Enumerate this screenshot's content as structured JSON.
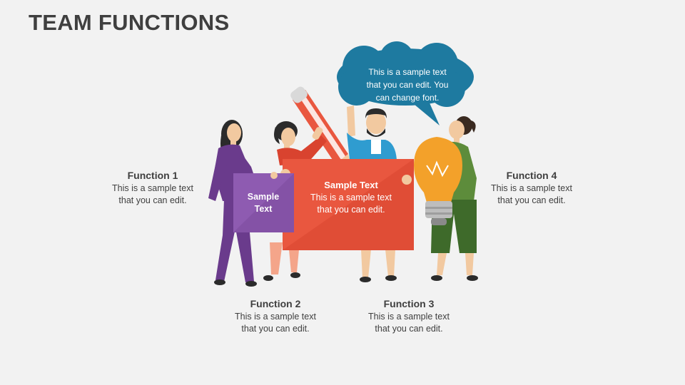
{
  "title": "TEAM FUNCTIONS",
  "functions": [
    {
      "title": "Function 1",
      "line1": "This is a sample text",
      "line2": "that you can edit."
    },
    {
      "title": "Function 2",
      "line1": "This is a sample text",
      "line2": "that you can edit."
    },
    {
      "title": "Function 3",
      "line1": "This is a sample text",
      "line2": "that you can edit."
    },
    {
      "title": "Function 4",
      "line1": "This is a sample text",
      "line2": "that you can edit."
    }
  ],
  "speech_bubble": {
    "line1": "This is a sample text",
    "line2": "that you can edit. You",
    "line3": "can change font."
  },
  "purple_card": {
    "line1": "Sample",
    "line2": "Text"
  },
  "orange_board": {
    "title": "Sample Text",
    "line1": "This is a sample text",
    "line2": "that you can edit."
  },
  "colors": {
    "title": "#3f3f3f",
    "bubble": "#1e7aa0",
    "purple": "#8e5bb1",
    "orange": "#e9573f",
    "green": "#5d8c3b",
    "bulb": "#f3a12a"
  },
  "icons": [
    "pencil-icon",
    "light-bulb-icon",
    "speech-bubble-icon"
  ]
}
